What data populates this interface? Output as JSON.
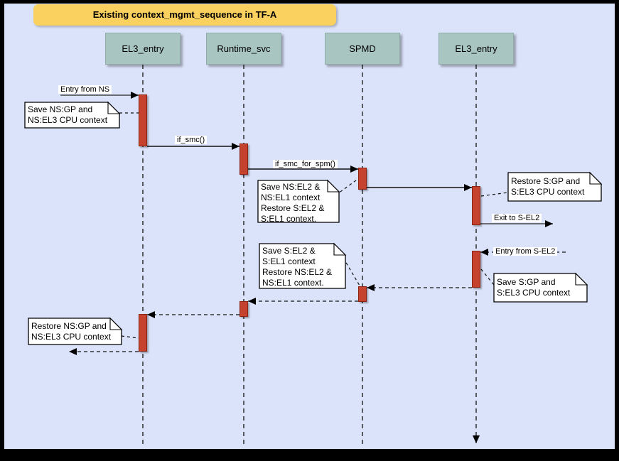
{
  "diagram": {
    "title": "Existing context_mgmt_sequence in TF-A",
    "colors": {
      "canvas_bg": "#dbe3fa",
      "title_bg": "#fad05e",
      "participant_bg": "#a8c5c1",
      "activation_fill": "#c5432e",
      "activation_border": "#8b2310",
      "note_bg": "#ffffff"
    },
    "participants": [
      {
        "label": "EL3_entry"
      },
      {
        "label": "Runtime_svc"
      },
      {
        "label": "SPMD"
      },
      {
        "label": "EL3_entry"
      }
    ],
    "messages": [
      {
        "label": "Entry from NS",
        "to": "EL3_entry",
        "style": "solid"
      },
      {
        "label": "if_smc()",
        "to": "Runtime_svc",
        "style": "solid"
      },
      {
        "label": "if_smc_for_spm()",
        "to": "SPMD",
        "style": "solid"
      },
      {
        "label": "",
        "to": "EL3_entry",
        "style": "solid"
      },
      {
        "label": "Exit to S-EL2",
        "to": "external",
        "style": "solid"
      },
      {
        "label": "Entry from S-EL2",
        "to": "EL3_entry",
        "style": "dashed"
      },
      {
        "label": "",
        "to": "SPMD",
        "style": "dashed"
      },
      {
        "label": "",
        "to": "Runtime_svc",
        "style": "dashed"
      },
      {
        "label": "",
        "to": "EL3_entry",
        "style": "dashed"
      },
      {
        "label": "",
        "to": "external",
        "style": "dashed"
      }
    ],
    "notes": [
      {
        "text": "Save NS:GP and\nNS:EL3 CPU context"
      },
      {
        "text": "Save NS:EL2 &\nNS:EL1 context\nRestore S:EL2 &\nS:EL1 context."
      },
      {
        "text": "Restore S:GP and\nS:EL3 CPU context"
      },
      {
        "text": "Save S:EL2 &\nS:EL1 context\nRestore NS:EL2 &\nNS:EL1 context."
      },
      {
        "text": "Save S:GP and\nS:EL3 CPU context"
      },
      {
        "text": "Restore NS:GP and\nNS:EL3 CPU context"
      }
    ]
  }
}
